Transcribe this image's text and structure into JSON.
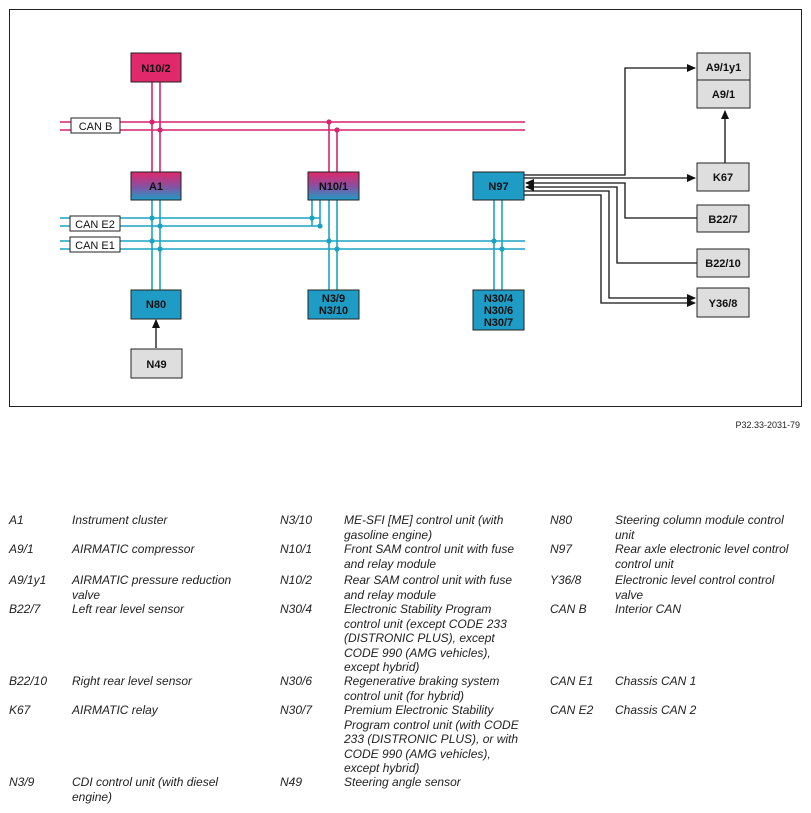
{
  "figure_ref": "P32.33-2031-79",
  "colors": {
    "can_b": "#d6246e",
    "can_e": "#1aa3c0",
    "module_blue": "#1f9cc6",
    "module_pink": "#e0286a",
    "module_grey": "#dedede",
    "arrow": "#111111"
  },
  "diagram": {
    "modules": {
      "n10_2": "N10/2",
      "a1": "A1",
      "n10_1": "N10/1",
      "n97": "N97",
      "n80": "N80",
      "n49": "N49",
      "n3_9": "N3/9",
      "n3_10": "N3/10",
      "n30_4": "N30/4",
      "n30_6": "N30/6",
      "n30_7": "N30/7",
      "a9_1y1": "A9/1y1",
      "a9_1": "A9/1",
      "k67": "K67",
      "b22_7": "B22/7",
      "b22_10": "B22/10",
      "y36_8": "Y36/8"
    },
    "bus_labels": {
      "can_b": "CAN B",
      "can_e2": "CAN E2",
      "can_e1": "CAN E1"
    }
  },
  "legend": [
    {
      "code": "A1",
      "desc": "Instrument cluster"
    },
    {
      "code": "A9/1",
      "desc": "AIRMATIC compressor"
    },
    {
      "code": "A9/1y1",
      "desc": "AIRMATIC pressure reduction valve"
    },
    {
      "code": "B22/7",
      "desc": "Left rear level sensor"
    },
    {
      "code": "B22/10",
      "desc": "Right rear level sensor"
    },
    {
      "code": "K67",
      "desc": "AIRMATIC relay"
    },
    {
      "code": "N3/9",
      "desc": "CDI control unit (with diesel engine)"
    },
    {
      "code": "N3/10",
      "desc": "ME-SFI [ME] control unit (with gasoline engine)"
    },
    {
      "code": "N10/1",
      "desc": "Front SAM control unit with fuse and relay module"
    },
    {
      "code": "N10/2",
      "desc": "Rear SAM control unit with fuse and relay module"
    },
    {
      "code": "N30/4",
      "desc": "Electronic Stability Program control unit (except CODE 233 (DISTRONIC PLUS), except CODE 990 (AMG vehicles), except hybrid)"
    },
    {
      "code": "N30/6",
      "desc": "Regenerative braking system control unit (for hybrid)"
    },
    {
      "code": "N30/7",
      "desc": "Premium Electronic Stability Program control unit (with CODE 233 (DISTRONIC PLUS), or with CODE 990 (AMG vehicles), except hybrid)"
    },
    {
      "code": "N49",
      "desc": "Steering angle sensor"
    },
    {
      "code": "N80",
      "desc": "Steering column module control unit"
    },
    {
      "code": "N97",
      "desc": "Rear axle electronic level control control unit"
    },
    {
      "code": "Y36/8",
      "desc": "Electronic level control control valve"
    },
    {
      "code": "CAN B",
      "desc": "Interior CAN"
    },
    {
      "code": "CAN E1",
      "desc": "Chassis CAN 1"
    },
    {
      "code": "CAN E2",
      "desc": "Chassis CAN 2"
    }
  ]
}
